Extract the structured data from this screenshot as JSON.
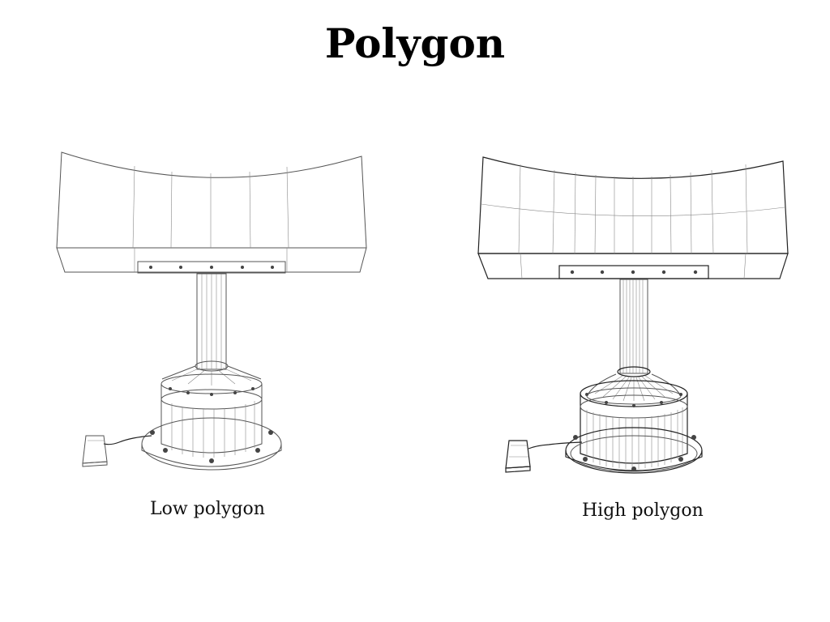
{
  "title": "Polygon",
  "models": [
    {
      "caption": "Low polygon",
      "icon": "low-poly-wireframe-model"
    },
    {
      "caption": "High polygon",
      "icon": "high-poly-wireframe-model"
    }
  ]
}
